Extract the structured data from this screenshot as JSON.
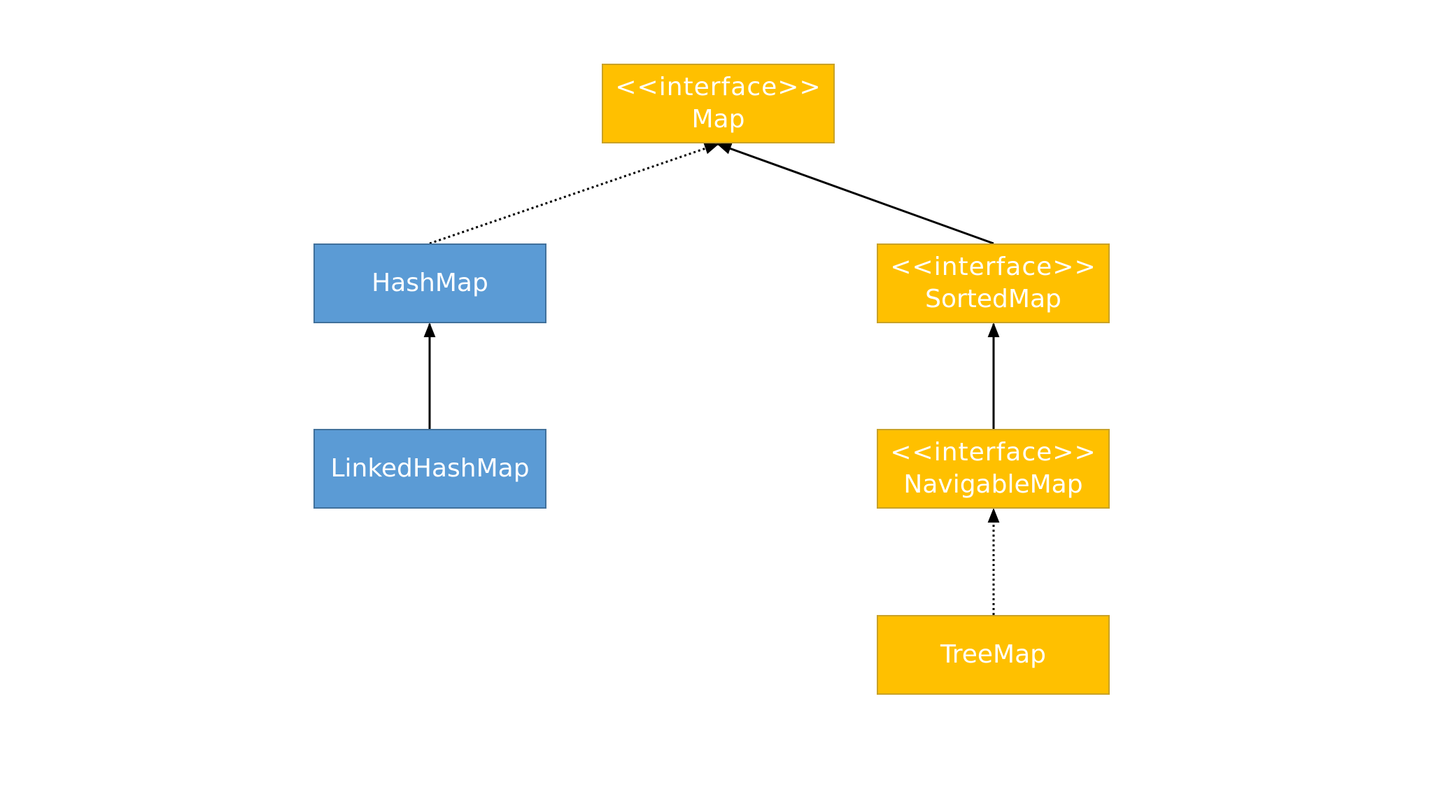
{
  "nodes": {
    "map": {
      "stereotype": "<<interface>>",
      "name": "Map"
    },
    "hashmap": {
      "name": "HashMap"
    },
    "sortedmap": {
      "stereotype": "<<interface>>",
      "name": "SortedMap"
    },
    "linkedhashmap": {
      "name": "LinkedHashMap"
    },
    "navigablemap": {
      "stereotype": "<<interface>>",
      "name": "NavigableMap"
    },
    "treemap": {
      "name": "TreeMap"
    }
  },
  "edges": [
    {
      "from": "hashmap",
      "to": "map",
      "style": "dotted"
    },
    {
      "from": "sortedmap",
      "to": "map",
      "style": "solid"
    },
    {
      "from": "linkedhashmap",
      "to": "hashmap",
      "style": "solid"
    },
    {
      "from": "navigablemap",
      "to": "sortedmap",
      "style": "solid"
    },
    {
      "from": "treemap",
      "to": "navigablemap",
      "style": "dotted"
    }
  ],
  "colors": {
    "interface_fill": "#FFC000",
    "class_fill": "#5B9BD5",
    "edge": "#000000",
    "text": "#FFFFFF"
  }
}
